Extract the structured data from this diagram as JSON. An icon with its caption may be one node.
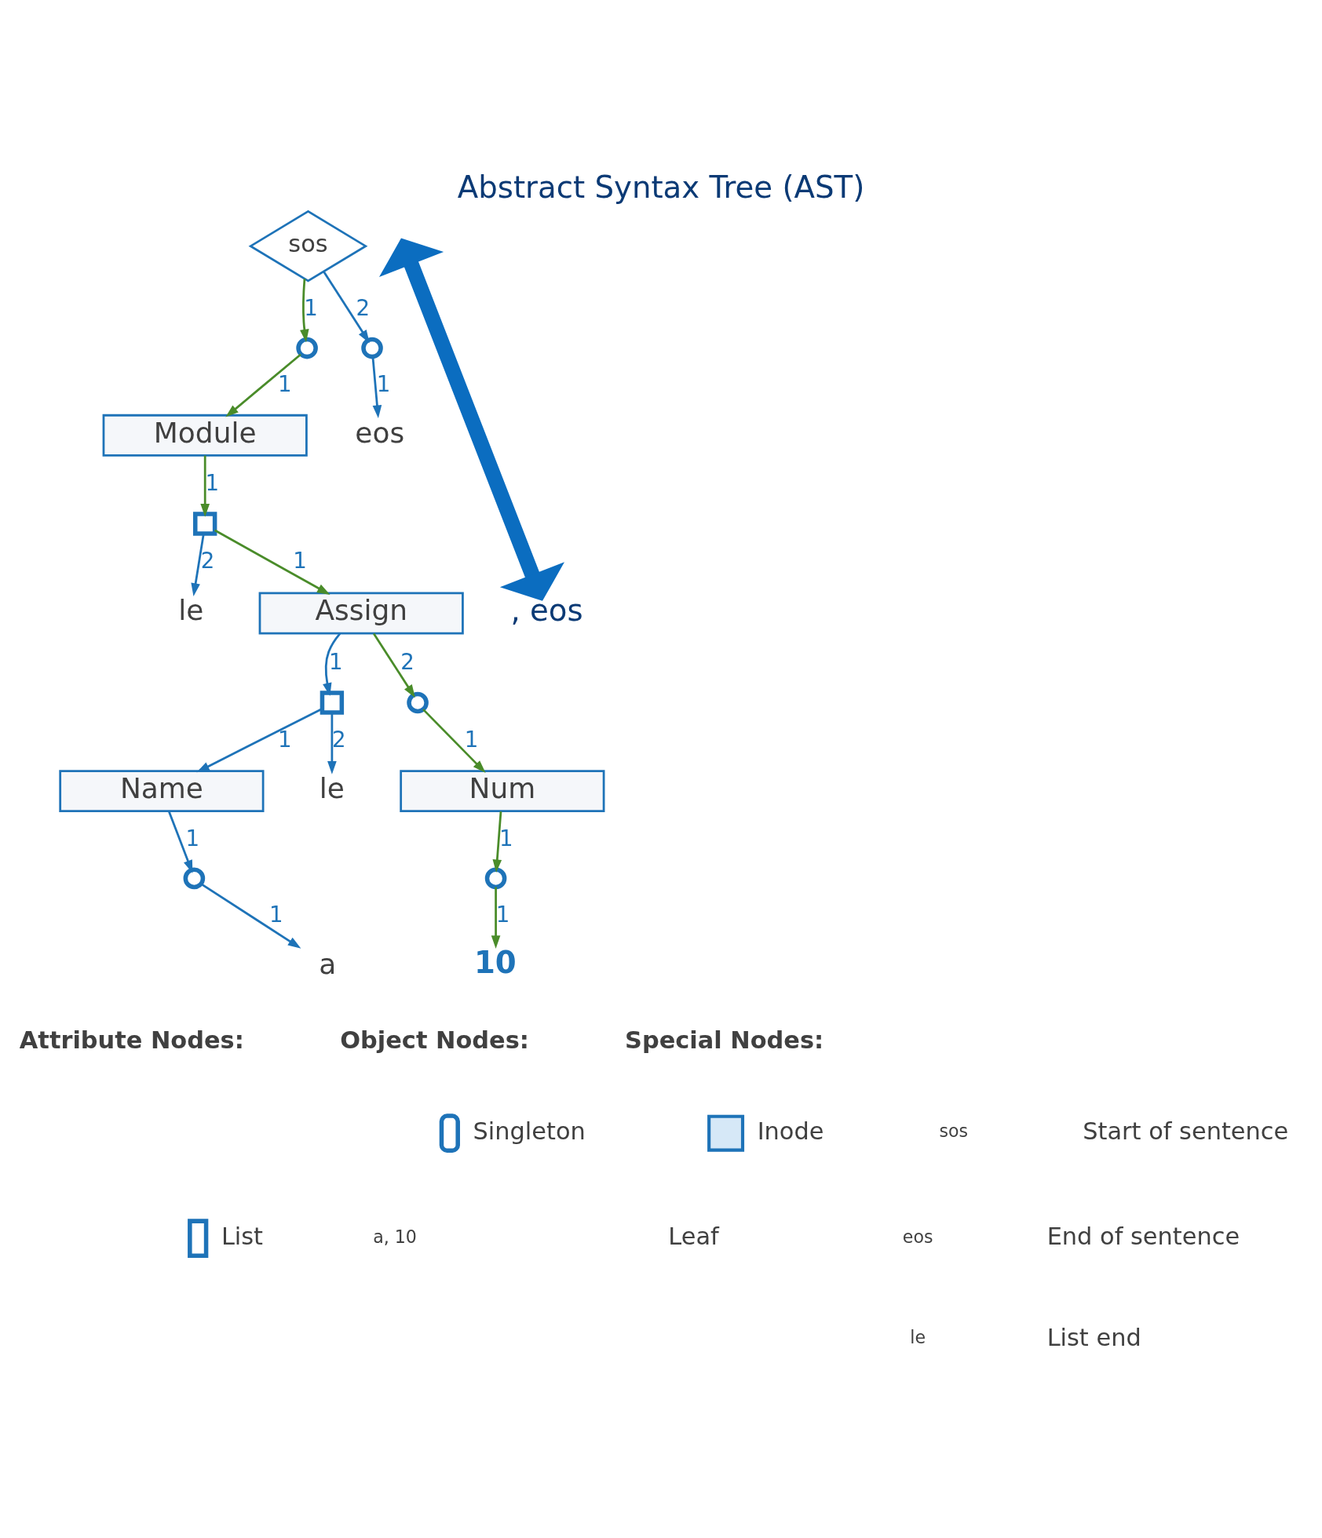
{
  "diagram": {
    "title": "Abstract Syntax Tree (AST)",
    "nodes": [
      {
        "text": [
          "sos"
        ]
      },
      {
        "text": [],
        "shape": "circle"
      },
      {
        "text": [],
        "shape": "circle"
      },
      {
        "text": [
          "eos"
        ]
      },
      {
        "text": [
          "Module"
        ]
      },
      {
        "text": [],
        "shape": "box"
      },
      {
        "text": [
          "le"
        ]
      },
      {
        "text": [
          "Assign"
        ]
      },
      {
        "text": [],
        "shape": "box"
      },
      {
        "text": [],
        "shape": "circle"
      },
      {
        "text": [
          "Name"
        ]
      },
      {
        "text": [
          "le"
        ]
      },
      {
        "text": [
          "Num"
        ]
      },
      {
        "text": [],
        "shape": "circle"
      },
      {
        "text": [],
        "shape": "circle"
      },
      {
        "text": [
          "a"
        ]
      },
      {
        "text": [
          "10"
        ]
      },
      {
        "text": [
          ", eos"
        ]
      }
    ],
    "edges": [
      {
        "from": 0,
        "to": 1,
        "arrow": "to",
        "label": "1",
        "color": "#4a8c2a"
      },
      {
        "from": 0,
        "to": 2,
        "arrow": "to",
        "label": "2",
        "color": "#1e73b8"
      },
      {
        "from": 1,
        "to": 4,
        "arrow": "to",
        "label": "1",
        "color": "#4a8c2a"
      },
      {
        "from": 2,
        "to": 3,
        "arrow": "to",
        "label": "1",
        "color": "#1e73b8"
      },
      {
        "from": 4,
        "to": 5,
        "arrow": "to",
        "label": "1",
        "color": "#4a8c2a"
      },
      {
        "from": 5,
        "to": 7,
        "arrow": "to",
        "label": "1",
        "color": "#4a8c2a"
      },
      {
        "from": 5,
        "to": 6,
        "arrow": "to",
        "label": "2",
        "color": "#1e73b8"
      },
      {
        "from": 7,
        "to": 8,
        "arrow": "to",
        "label": "1",
        "color": "#1e73b8"
      },
      {
        "from": 7,
        "to": 9,
        "arrow": "to",
        "label": "2",
        "color": "#4a8c2a"
      },
      {
        "from": 8,
        "to": 10,
        "arrow": "to",
        "label": "1",
        "color": "#1e73b8"
      },
      {
        "from": 8,
        "to": 11,
        "arrow": "to",
        "label": "2",
        "color": "#1e73b8"
      },
      {
        "from": 9,
        "to": 12,
        "arrow": "to",
        "label": "1",
        "color": "#4a8c2a"
      },
      {
        "from": 10,
        "to": 13,
        "arrow": "to",
        "label": "1",
        "color": "#1e73b8"
      },
      {
        "from": 12,
        "to": 14,
        "arrow": "to",
        "label": "1",
        "color": "#4a8c2a"
      },
      {
        "from": 13,
        "to": 15,
        "arrow": "to",
        "label": "1",
        "color": "#1e73b8"
      },
      {
        "from": 14,
        "to": 16,
        "arrow": "to",
        "label": "1",
        "color": "#4a8c2a"
      },
      {
        "from": 17,
        "to": null,
        "arrow": "both",
        "style": "thick",
        "color": "#0b6dc0"
      }
    ],
    "labels": [
      "Attribute Nodes:",
      "Object Nodes:",
      "Special Nodes:",
      "a, 10",
      "sos",
      "eos",
      "le"
    ],
    "legend": [
      {
        "text": "Singleton"
      },
      {
        "text": "List"
      },
      {
        "text": "Inode"
      },
      {
        "text": "Leaf"
      },
      {
        "text": "Start of sentence"
      },
      {
        "text": "End of sentence"
      },
      {
        "text": "List end"
      }
    ]
  }
}
